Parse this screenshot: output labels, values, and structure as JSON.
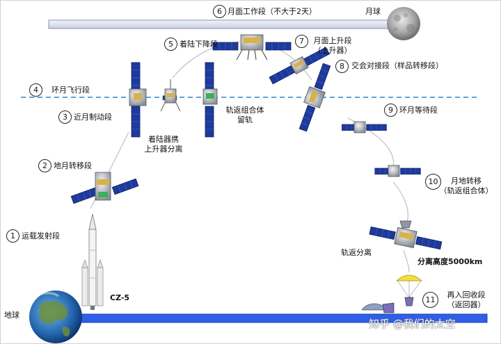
{
  "phases": [
    {
      "num": "1",
      "label": "运载发射段"
    },
    {
      "num": "2",
      "label": "地月转移段"
    },
    {
      "num": "3",
      "label": "近月制动段"
    },
    {
      "num": "4",
      "label": "环月飞行段"
    },
    {
      "num": "5",
      "label": "着陆下降段"
    },
    {
      "num": "6",
      "label": "月面工作段（不大于2天）"
    },
    {
      "num": "7",
      "label_line1": "月面上升段",
      "label_line2": "（上升器）"
    },
    {
      "num": "8",
      "label": "交会对接段（样品转移段）"
    },
    {
      "num": "9",
      "label": "环月等待段"
    },
    {
      "num": "10",
      "label_line1": "月地转移",
      "label_line2": "（轨返组合体）"
    },
    {
      "num": "11",
      "label_line1": "再入回收段",
      "label_line2": "（返回器）"
    }
  ],
  "annotations": {
    "moon": "月球",
    "earth": "地球",
    "rocket": "CZ-5",
    "lander_separation_line1": "着陆器携",
    "lander_separation_line2": "上升器分离",
    "orbiter_stay_line1": "轨返组合体",
    "orbiter_stay_line2": "留轨",
    "orbiter_return_separation": "轨返分离",
    "separation_altitude": "分离高度5000km"
  },
  "watermark": "知乎 @我们的太空",
  "colors": {
    "solar_panel": "#1d3a9c",
    "earth_bar": "#2f5ee8",
    "top_bar": "#dde3f0",
    "dashed_orbit": "#5aa5e0",
    "trajectory": "#bfc5cc"
  }
}
